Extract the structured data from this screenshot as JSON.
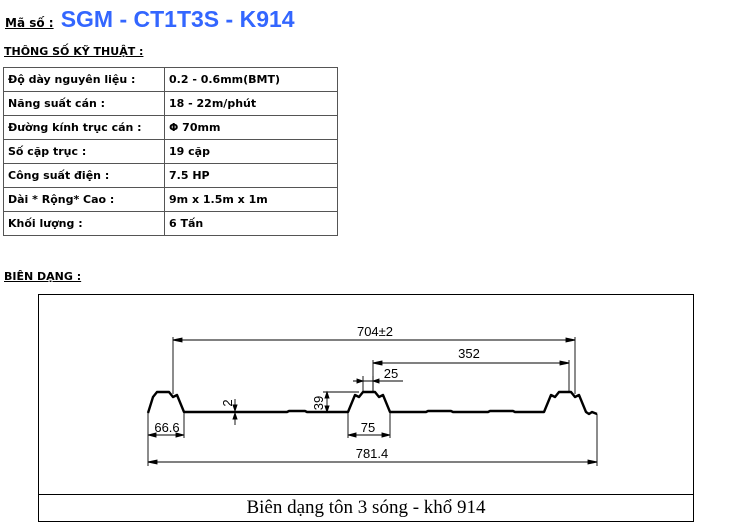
{
  "header": {
    "code_label": "Mã số :",
    "code": "SGM - CT1T3S - K914"
  },
  "specs": {
    "heading": "THÔNG SỐ KỸ THUẬT :",
    "rows": [
      {
        "key": "Độ dày nguyên liệu :",
        "value": "0.2 - 0.6mm(BMT)"
      },
      {
        "key": "Năng suất cán :",
        "value": "18 - 22m/phút"
      },
      {
        "key": "Đường kính trục cán :",
        "value": "Φ 70mm"
      },
      {
        "key": "Số cặp trục :",
        "value": "19 cặp"
      },
      {
        "key": "Công suất điện :",
        "value": "7.5 HP"
      },
      {
        "key": "Dài * Rộng* Cao :",
        "value": "9m x 1.5m x 1m"
      },
      {
        "key": "Khối lượng :",
        "value": "6 Tấn"
      }
    ]
  },
  "profile": {
    "heading": "BIÊN DẠNG :",
    "dimensions": {
      "pitch_total": "704±2",
      "pitch": "352",
      "rib_top": "25",
      "rib_height": "39",
      "pan_rib_height": "2",
      "edge": "66.6",
      "rib_base": "75",
      "overall_width": "781.4"
    },
    "caption": "Biên dạng tôn 3 sóng - khổ 914"
  }
}
